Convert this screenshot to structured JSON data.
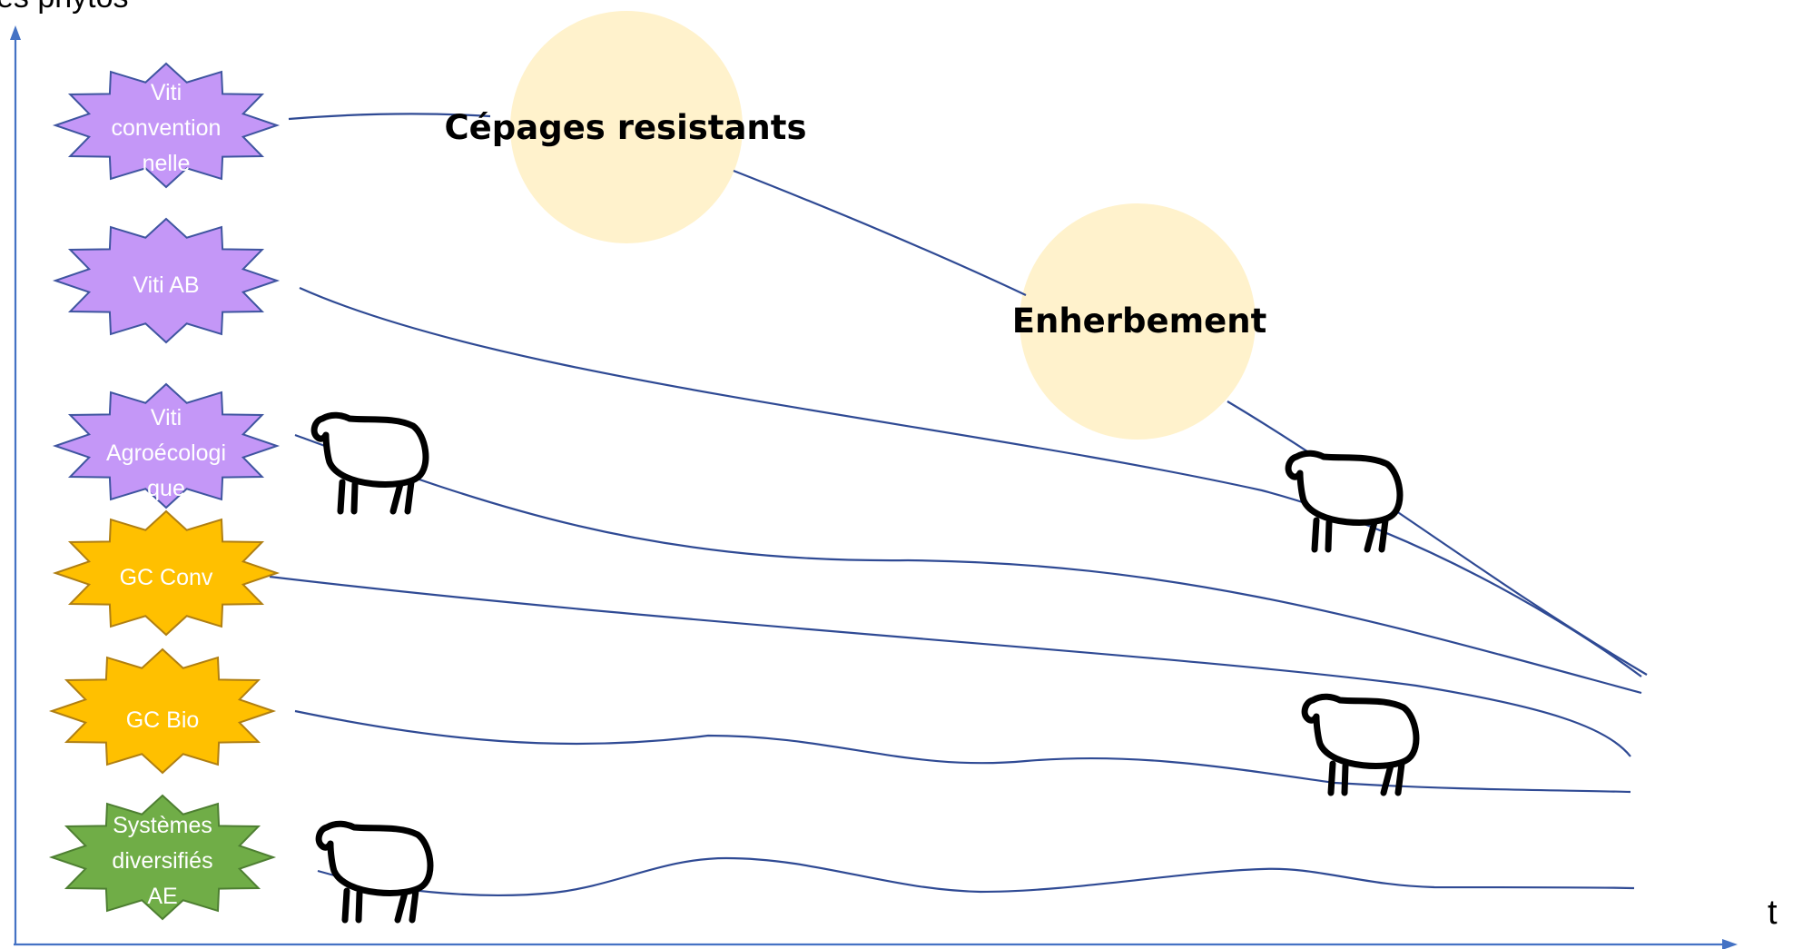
{
  "axes": {
    "y_label": "es phytos",
    "x_label": "t",
    "color": "#4472c4"
  },
  "systems": [
    {
      "id": "viti-conv",
      "lines": [
        "Viti",
        "convention",
        "nelle"
      ],
      "fill": "#c497f7",
      "stroke": "#3f55a0"
    },
    {
      "id": "viti-ab",
      "lines": [
        "Viti AB"
      ],
      "fill": "#c497f7",
      "stroke": "#3f55a0"
    },
    {
      "id": "viti-agro",
      "lines": [
        "Viti",
        "Agroécologi",
        "que"
      ],
      "fill": "#c497f7",
      "stroke": "#3f55a0"
    },
    {
      "id": "gc-conv",
      "lines": [
        "GC Conv"
      ],
      "fill": "#ffc000",
      "stroke": "#b07f12"
    },
    {
      "id": "gc-bio",
      "lines": [
        "GC Bio"
      ],
      "fill": "#ffc000",
      "stroke": "#b07f12"
    },
    {
      "id": "syst-div",
      "lines": [
        "Systèmes",
        "diversifiés",
        "AE"
      ],
      "fill": "#70ad47",
      "stroke": "#4e7f32"
    }
  ],
  "levers": [
    {
      "id": "cepages",
      "label": "Cépages resistants",
      "fill": "#fff2cc"
    },
    {
      "id": "enherbement",
      "label": "Enherbement",
      "fill": "#fff2cc"
    }
  ],
  "line_color": "#2f4a94",
  "sheep_icons": [
    {
      "id": "sheep-viti-agro"
    },
    {
      "id": "sheep-enherbement"
    },
    {
      "id": "sheep-gc-bio"
    },
    {
      "id": "sheep-syst-div"
    }
  ]
}
